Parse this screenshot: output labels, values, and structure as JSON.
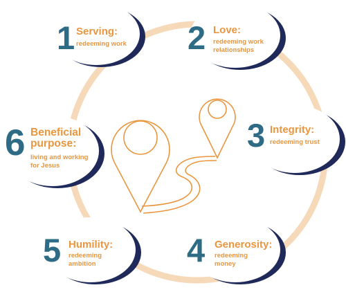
{
  "colors": {
    "number": "#2e6b85",
    "accent": "#e9963f",
    "ring": "#f6d9b9",
    "outline": "#1f2a5a"
  },
  "items": [
    {
      "number": "1",
      "title": "Serving:",
      "subtitle": "redeeming work"
    },
    {
      "number": "2",
      "title": "Love:",
      "subtitle": "redeeming work relationships"
    },
    {
      "number": "3",
      "title": "Integrity:",
      "subtitle": "redeeming trust"
    },
    {
      "number": "4",
      "title": "Generosity:",
      "subtitle": "redeeming money"
    },
    {
      "number": "5",
      "title": "Humility:",
      "subtitle": "redeeming ambition"
    },
    {
      "number": "6",
      "title": "Beneficial purpose:",
      "subtitle": "living and working for Jesus"
    }
  ]
}
